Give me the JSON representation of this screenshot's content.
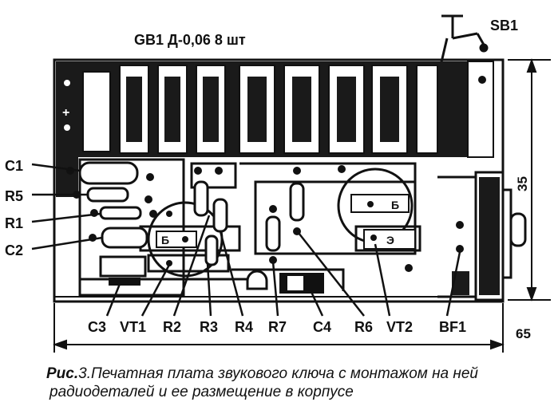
{
  "header": {
    "battery_label": "GB1   Д-0,06 8 шт",
    "switch_label": "SB1"
  },
  "left_labels": [
    "C1",
    "R5",
    "R1",
    "C2"
  ],
  "bottom_labels": [
    "C3",
    "VT1",
    "R2",
    "R3",
    "R4",
    "R7",
    "C4",
    "R6",
    "VT2",
    "BF1"
  ],
  "dimensions": {
    "height": "35",
    "width": "65"
  },
  "board_marks": {
    "plus": "+",
    "b1": "Б",
    "b2": "Б",
    "e": "Э"
  },
  "caption": {
    "fig": "Рис.",
    "num": "3.",
    "line1": "Печатная  плата звукового ключа  с  монтажом на ней",
    "line2": "радиодеталей и ее  размещение в корпусе"
  }
}
